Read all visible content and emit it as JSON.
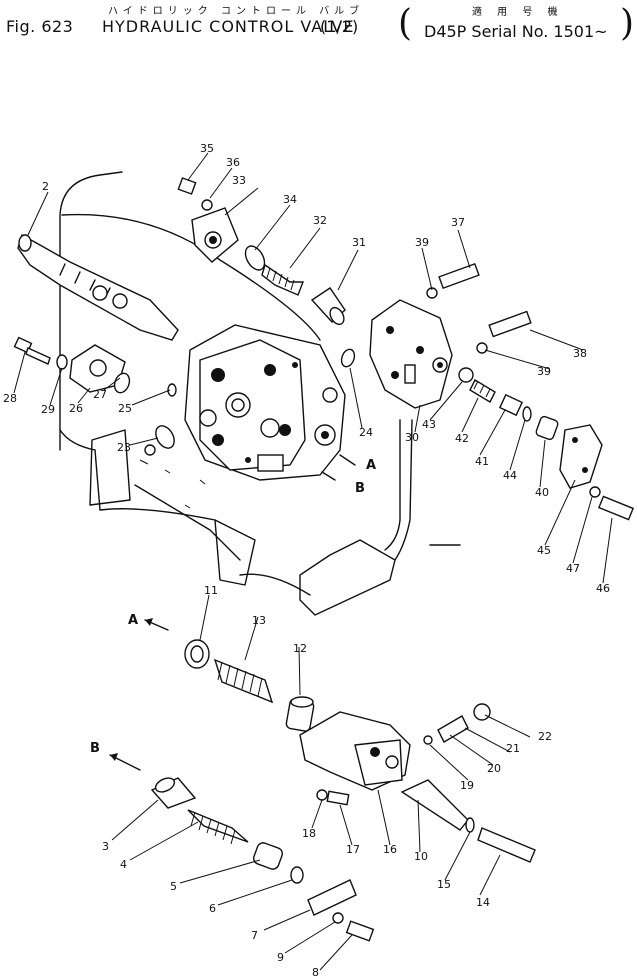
{
  "header": {
    "jp_title": "ハイドロリック コントロール バルブ",
    "fig_no": "Fig. 623",
    "title": "HYDRAULIC CONTROL VALVE",
    "sheet": "(1/2)",
    "jp_serial": "適 用 号 機",
    "serial": "D45P Serial No. 1501~",
    "paren_left": "(",
    "paren_right": ")"
  },
  "view_labels": [
    "A",
    "B",
    "A",
    "B"
  ],
  "callouts": [
    "35",
    "36",
    "33",
    "34",
    "32",
    "31",
    "37",
    "39",
    "38",
    "39",
    "2",
    "28",
    "29",
    "26",
    "27",
    "25",
    "23",
    "24",
    "30",
    "43",
    "42",
    "41",
    "44",
    "40",
    "45",
    "47",
    "46",
    "11",
    "13",
    "12",
    "22",
    "21",
    "20",
    "19",
    "3",
    "4",
    "5",
    "6",
    "7",
    "9",
    "8",
    "18",
    "17",
    "16",
    "10",
    "15",
    "14"
  ]
}
